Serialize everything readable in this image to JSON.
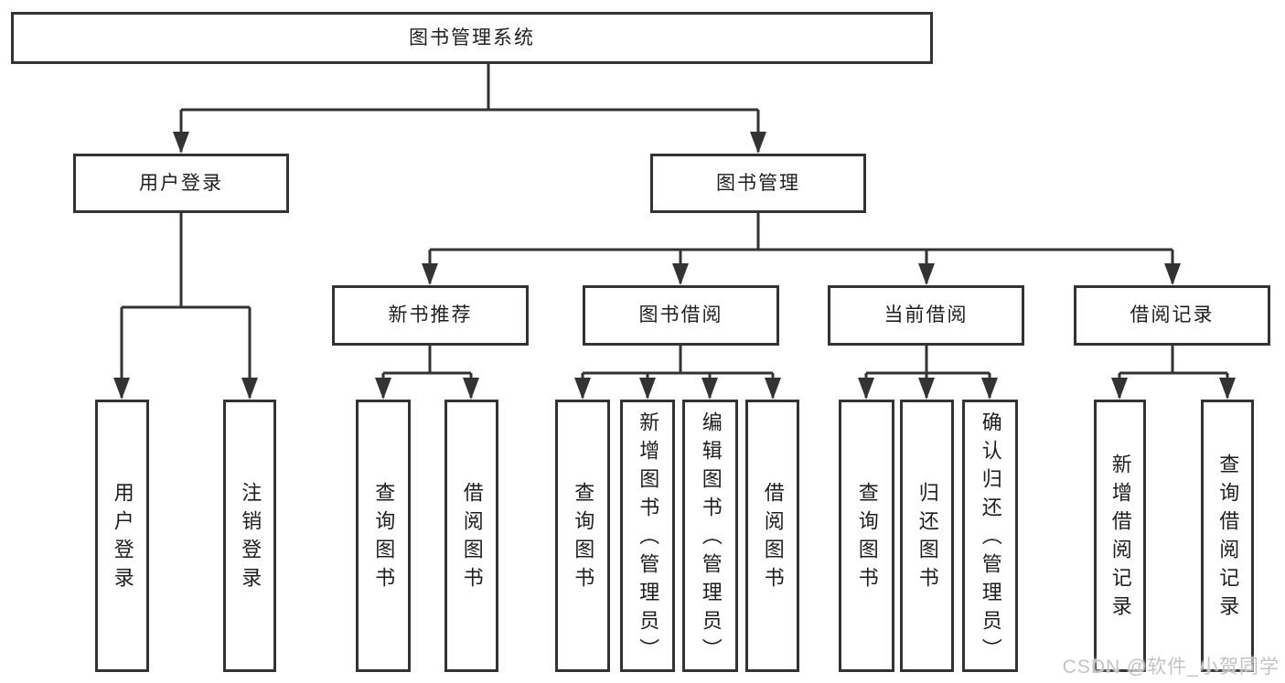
{
  "diagram_type": "hierarchy-tree",
  "watermark": "CSDN @软件_小贺同学",
  "colors": {
    "line": "#333333",
    "box_border": "#333333",
    "box_fill": "#ffffff",
    "text": "#1e1e1e",
    "watermark_text": "#c3c3c3",
    "background": "#ffffff"
  },
  "tree": {
    "root": "图书管理系统",
    "children": [
      {
        "label": "用户登录",
        "children": [
          "用户登录",
          "注销登录"
        ]
      },
      {
        "label": "图书管理",
        "children": [
          {
            "label": "新书推荐",
            "children": [
              "查询图书",
              "借阅图书"
            ]
          },
          {
            "label": "图书借阅",
            "children": [
              "查询图书",
              "新增图书（管理员）",
              "编辑图书（管理员）",
              "借阅图书"
            ]
          },
          {
            "label": "当前借阅",
            "children": [
              "查询图书",
              "归还图书",
              "确认归还（管理员）"
            ]
          },
          {
            "label": "借阅记录",
            "children": [
              "新增借阅记录",
              "查询借阅记录"
            ]
          }
        ]
      }
    ]
  }
}
